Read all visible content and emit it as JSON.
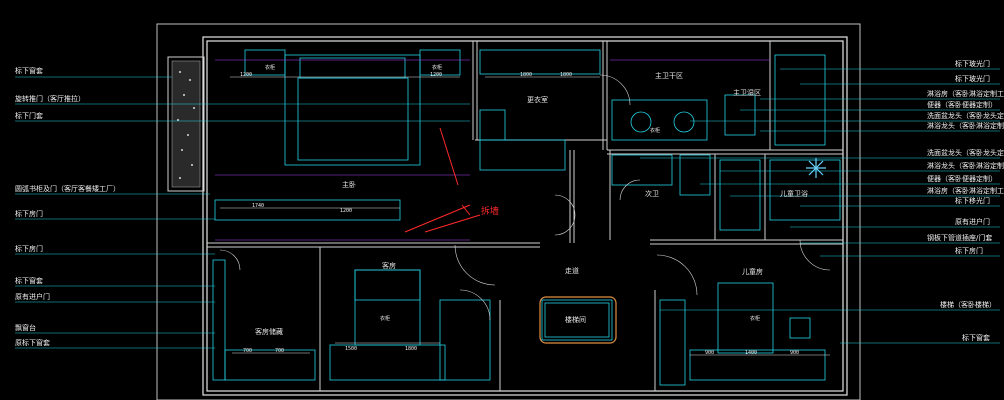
{
  "left_labels": [
    "标下窗套",
    "旋转推门（客厅推拉）",
    "标下门套",
    "圆弧书柜及门（客厅客餐矮工厂）",
    "标下房门",
    "标下房门",
    "标下窗套",
    "原有进户门",
    "飘窗台",
    "原标下窗套"
  ],
  "right_labels": [
    "标下玻光门",
    "标下玻光门",
    "淋浴房（客卧淋浴定制工厂）",
    "便器（客卧便器定制）",
    "洗面盆龙头（客卧龙头定制）",
    "淋浴龙头（客卧淋浴定制）",
    "洗面盆龙头（客卧龙头定制）",
    "淋浴龙头（客卧淋浴定制）",
    "便器（客卧便器定制）",
    "淋浴房（客卧淋浴定制工厂）",
    "标下移光门",
    "原有进户门",
    "钢板下管道插座/门套",
    "标下房门",
    "楼梯（客卧楼梯）",
    "标下窗套"
  ],
  "rooms": {
    "master": "主卧",
    "closet": "更衣室",
    "dry_zone": "主卫干区",
    "wet_zone": "主卫湿区",
    "child_bath": "儿童卫浴",
    "bath2": "次卫",
    "guest": "客房",
    "guest_study": "客房储藏",
    "corridor": "走道",
    "stair": "楼梯间",
    "child": "儿童房"
  },
  "furniture_tag": "衣柜",
  "annotation": "拆墙",
  "dimensions": [
    "1200",
    "1200",
    "1200",
    "1800",
    "1800",
    "1740",
    "1500",
    "1800",
    "700",
    "700",
    "900",
    "1400",
    "900"
  ]
}
